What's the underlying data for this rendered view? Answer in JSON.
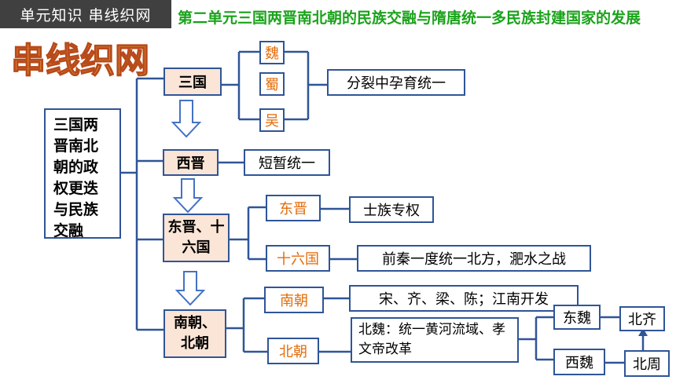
{
  "header": {
    "badge": "单元知识  串线织网",
    "title": "第二单元三国两晋南北朝的民族交融与隋唐统一多民族封建国家的发展",
    "brand": "串线织网"
  },
  "diagram": {
    "root": "三国两晋南北朝的政权更迭与民族交融",
    "sanguo": {
      "label": "三国",
      "states": [
        "魏",
        "蜀",
        "吴"
      ],
      "note": "分裂中孕育统一"
    },
    "xijin": {
      "label": "西晋",
      "note": "短暂统一"
    },
    "dongjin_16": {
      "label": "东晋、十六国",
      "dongjin": {
        "label": "东晋",
        "note": "士族专权"
      },
      "shiliuguo": {
        "label": "十六国",
        "note": "前秦一度统一北方，淝水之战"
      }
    },
    "nanbei": {
      "label": "南朝、北朝",
      "nanchao": {
        "label": "南朝",
        "note": "宋、齐、梁、陈；江南开发"
      },
      "beichao": {
        "label": "北朝",
        "note": "北魏：统一黄河流域、孝文帝改革",
        "dongwei": "东魏",
        "xiwei": "西魏",
        "beiqi": "北齐",
        "beizhou": "北周"
      }
    }
  },
  "colors": {
    "line": "#2f5597",
    "arrow_outline": "#4472c4",
    "peach": "#fbe5d6",
    "orange_text": "#e36c09",
    "title_green": "#1aa31a",
    "badge_bg": "#404040"
  }
}
